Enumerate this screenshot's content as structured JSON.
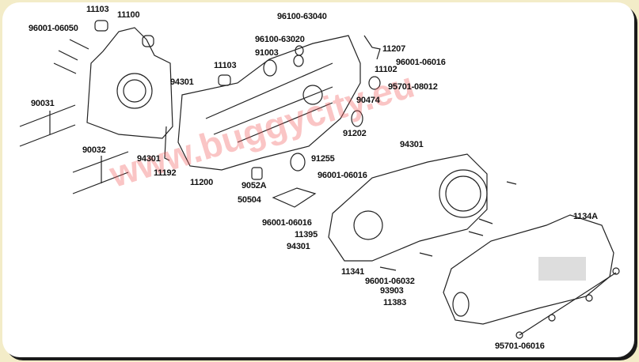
{
  "watermark": "www.buggycity.eu",
  "labels": [
    "11103",
    "11100",
    "96001-06050",
    "96100-63040",
    "96100-63020",
    "91003",
    "11103",
    "11207",
    "96001-06016",
    "11102",
    "95701-08012",
    "90474",
    "94301",
    "90031",
    "91202",
    "94301",
    "90032",
    "94301",
    "11192",
    "91255",
    "96001-06016",
    "11200",
    "9052A",
    "50504",
    "1134A",
    "96001-06016",
    "11395",
    "94301",
    "11341",
    "96001-06032",
    "93903",
    "11383",
    "95701-06016"
  ]
}
